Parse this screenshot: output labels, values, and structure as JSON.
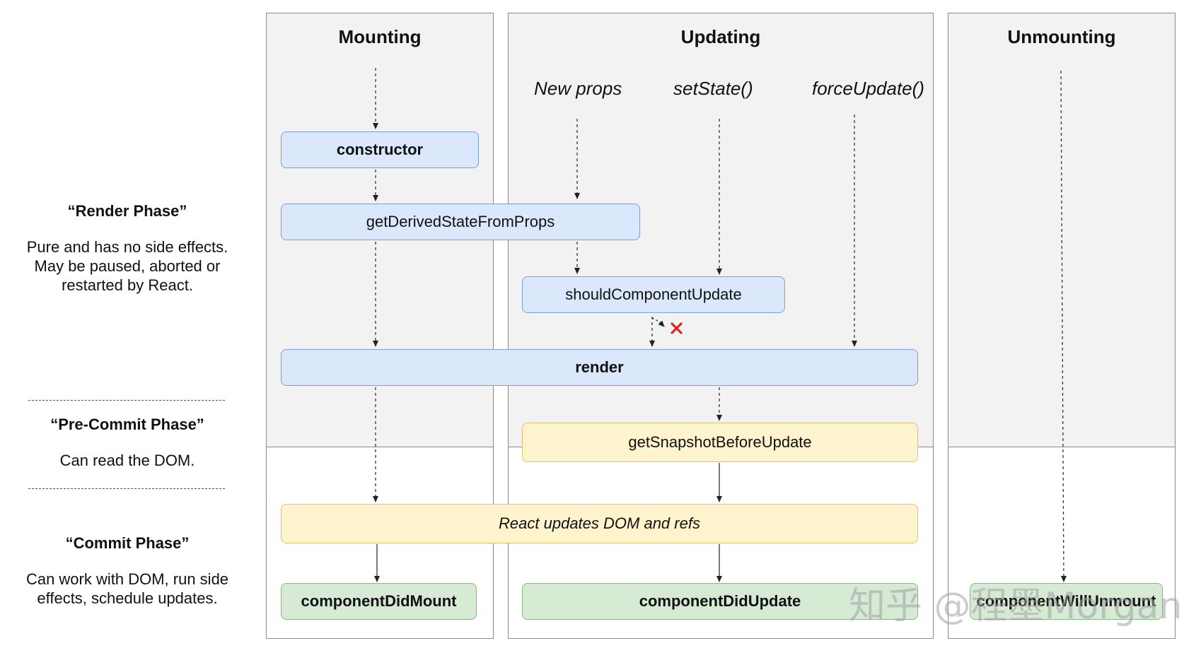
{
  "columns": {
    "mounting": "Mounting",
    "updating": "Updating",
    "unmounting": "Unmounting"
  },
  "triggers": {
    "new_props": "New props",
    "set_state": "setState()",
    "force_update": "forceUpdate()"
  },
  "boxes": {
    "constructor": "constructor",
    "get_derived": "getDerivedStateFromProps",
    "should_update": "shouldComponentUpdate",
    "render": "render",
    "get_snapshot": "getSnapshotBeforeUpdate",
    "react_updates": "React updates DOM and refs",
    "did_mount": "componentDidMount",
    "did_update": "componentDidUpdate",
    "will_unmount": "componentWillUnmount"
  },
  "phases": {
    "render": {
      "title": "“Render Phase”",
      "desc": "Pure and has no side effects. May be paused, aborted or restarted by React."
    },
    "precommit": {
      "title": "“Pre-Commit Phase”",
      "desc": "Can read the DOM."
    },
    "commit": {
      "title": "“Commit Phase”",
      "desc": "Can work with DOM, run side effects, schedule updates."
    }
  },
  "watermark": "知乎 @程墨Morgan",
  "colors": {
    "render_box": "#dbe8fb",
    "precommit_box": "#fdf4cd",
    "commit_box": "#d6ead4",
    "abort_mark": "#d62828"
  }
}
